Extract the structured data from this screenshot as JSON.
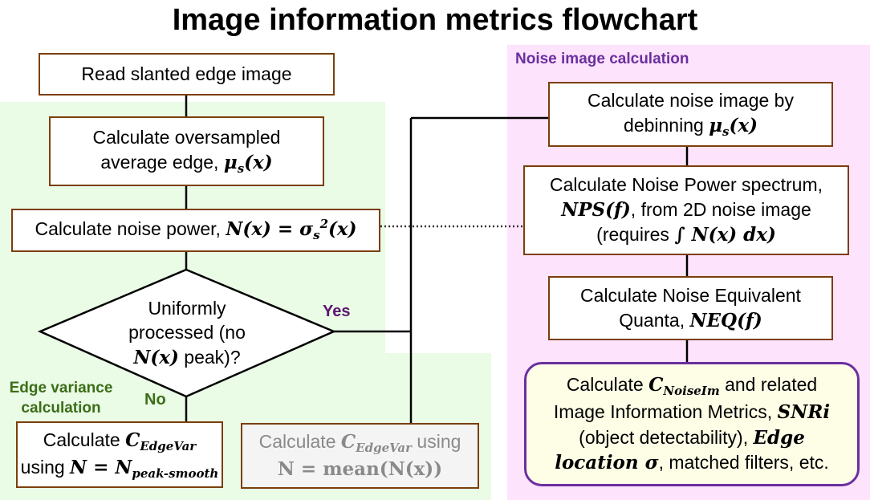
{
  "title": "Image information metrics flowchart",
  "regions": {
    "edge_variance": "Edge variance calculation",
    "noise_image": "Noise image calculation"
  },
  "nodes": {
    "read": "Read slanted edge image",
    "oversampled": {
      "line1": "Calculate oversampled",
      "line2": "average edge,"
    },
    "noise_power": "Calculate noise power,",
    "decision": {
      "line1": "Uniformly",
      "line2": "processed (no",
      "line3": "peak)?"
    },
    "cedgevar_peak": {
      "line1": "Calculate",
      "line2": "using"
    },
    "cedgevar_mean": {
      "line1": "Calculate",
      "line1b": "using"
    },
    "noise_image": {
      "line1": "Calculate noise image by",
      "line2": "debinning"
    },
    "nps": {
      "line1": "Calculate Noise Power spectrum,",
      "line2": ", from 2D noise image",
      "line3": "(requires"
    },
    "neq": {
      "line1": "Calculate Noise Equivalent",
      "line2": "Quanta,"
    },
    "final": {
      "line1a": "Calculate",
      "line1b": "and related",
      "line2": "Image Information Metrics,",
      "line3": "(object detectability),",
      "line4b": ", matched filters, etc."
    }
  },
  "math": {
    "mu": "μ",
    "mu_sub": "s",
    "x_paren": "(x)",
    "N_of_x": "N(x)",
    "equals_sigma": "= σ",
    "sigma_sub": "s",
    "sigma_sup": "2",
    "C": "C",
    "edgevar_sub": "EdgeVar",
    "N_eq": "N = N",
    "peak_sub": "peak-smooth",
    "N_mean": "N = mean(N(x))",
    "nps": "NPS(f)",
    "integral": "∫ N(x) dx)",
    "neq": "NEQ(f)",
    "noiseim_sub": "NoiseIm",
    "snri": "SNRi",
    "edge": "Edge",
    "location": "location σ"
  },
  "branches": {
    "yes": "Yes",
    "no": "No"
  },
  "colors": {
    "box_border": "#7b3f0a",
    "green_region": "#eafbe6",
    "pink_region": "#fde3fb",
    "final_border": "#6b2fa0",
    "final_fill": "#fefde6"
  }
}
